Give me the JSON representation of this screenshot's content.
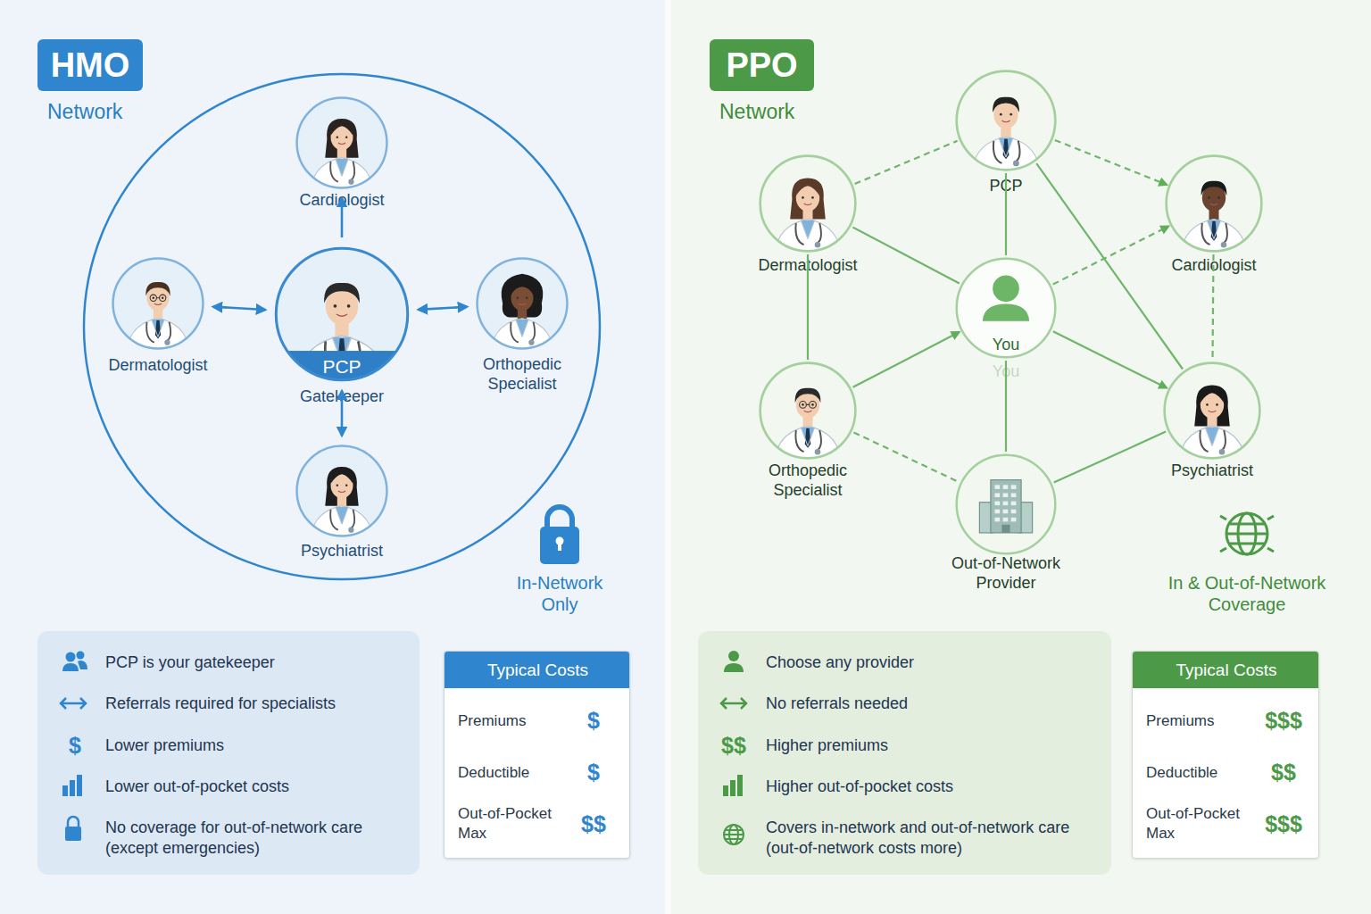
{
  "diagram": {
    "nodes": [
      {
        "text": [
          "HMO",
          "Network"
        ]
      },
      {
        "text": [
          "Cardiologist"
        ]
      },
      {
        "text": [
          "Dermatologist"
        ]
      },
      {
        "text": [
          "PCP",
          "Gatekeeper"
        ]
      },
      {
        "text": [
          "Orthopedic Specialist"
        ]
      },
      {
        "text": [
          "Psychiatrist"
        ]
      },
      {
        "text": [
          "PCP is your gatekeeper",
          "Referrals required for specialists",
          "$",
          "Lower premiums",
          "Lower out-of-pocket costs",
          "No coverage for out-of-network care (except emergencies)"
        ]
      },
      {
        "text": [
          "Typical Costs",
          "Premiums",
          "$",
          "Deductible",
          "$",
          "Out-of-Pocket Max",
          "$$"
        ]
      },
      {
        "text": [
          "PPO",
          "Network"
        ]
      },
      {
        "text": [
          "PCP"
        ]
      },
      {
        "text": [
          "Dermatologist"
        ]
      },
      {
        "text": [
          "Cardiologist"
        ]
      },
      {
        "text": [
          "You",
          "You"
        ]
      },
      {
        "text": [
          "Orthopedic Specialist"
        ]
      },
      {
        "text": [
          "Psychiatrist"
        ]
      },
      {
        "text": [
          "Out-of-Network Provider"
        ]
      },
      {
        "text": [
          "Choose any provider",
          "No referrals needed",
          "$$",
          "Higher premiums",
          "Higher out-of-pocket costs",
          "Covers in-network and out-of-network care (out-of-network costs more)"
        ]
      },
      {
        "text": [
          "Typical Costs",
          "Premiums",
          "$$$",
          "Deductible",
          "$$",
          "Out-of-Pocket Max",
          "$$$"
        ]
      }
    ],
    "edges": [
      {
        "from": 3,
        "to": 1,
        "arrow": "to"
      },
      {
        "from": 2,
        "to": 3,
        "arrow": "both"
      },
      {
        "from": 3,
        "to": 4,
        "arrow": "both"
      },
      {
        "from": 3,
        "to": 5,
        "arrow": "both"
      },
      {
        "from": 9,
        "to": 12,
        "arrow": "none"
      },
      {
        "from": 10,
        "to": 12,
        "arrow": "none"
      },
      {
        "from": 13,
        "to": 12,
        "arrow": "to"
      },
      {
        "from": 12,
        "to": 14,
        "arrow": "to"
      },
      {
        "from": 12,
        "to": 15,
        "arrow": "none"
      },
      {
        "from": 15,
        "to": 14,
        "arrow": "none"
      },
      {
        "from": 10,
        "to": 9,
        "arrow": "none"
      },
      {
        "from": 9,
        "to": 11,
        "arrow": "to"
      },
      {
        "from": 10,
        "to": 13,
        "arrow": "none"
      },
      {
        "from": 11,
        "to": 14,
        "arrow": "none"
      },
      {
        "from": 13,
        "to": 15,
        "arrow": "none"
      },
      {
        "from": 12,
        "to": 11,
        "arrow": "to"
      },
      {
        "from": 9,
        "to": 14,
        "arrow": "none"
      }
    ],
    "labels": [
      "In-Network Only",
      "In & Out-of-Network Coverage"
    ]
  }
}
